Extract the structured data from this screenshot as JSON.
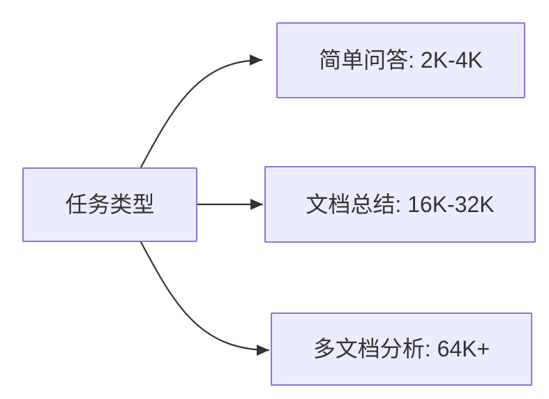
{
  "diagram": {
    "type": "flowchart",
    "direction": "left-to-right",
    "root": {
      "id": "task-type",
      "label": "任务类型"
    },
    "children": [
      {
        "id": "simple-qa",
        "label": "简单问答: 2K-4K"
      },
      {
        "id": "doc-summary",
        "label": "文档总结: 16K-32K"
      },
      {
        "id": "multi-doc-analysis",
        "label": "多文档分析: 64K+"
      }
    ],
    "edges": [
      {
        "from": "task-type",
        "to": "simple-qa"
      },
      {
        "from": "task-type",
        "to": "doc-summary"
      },
      {
        "from": "task-type",
        "to": "multi-doc-analysis"
      }
    ],
    "colors": {
      "node_fill": "#ECECFF",
      "node_border": "#9370DB",
      "edge": "#333333",
      "text": "#333333",
      "background": "#FFFFFF"
    }
  }
}
